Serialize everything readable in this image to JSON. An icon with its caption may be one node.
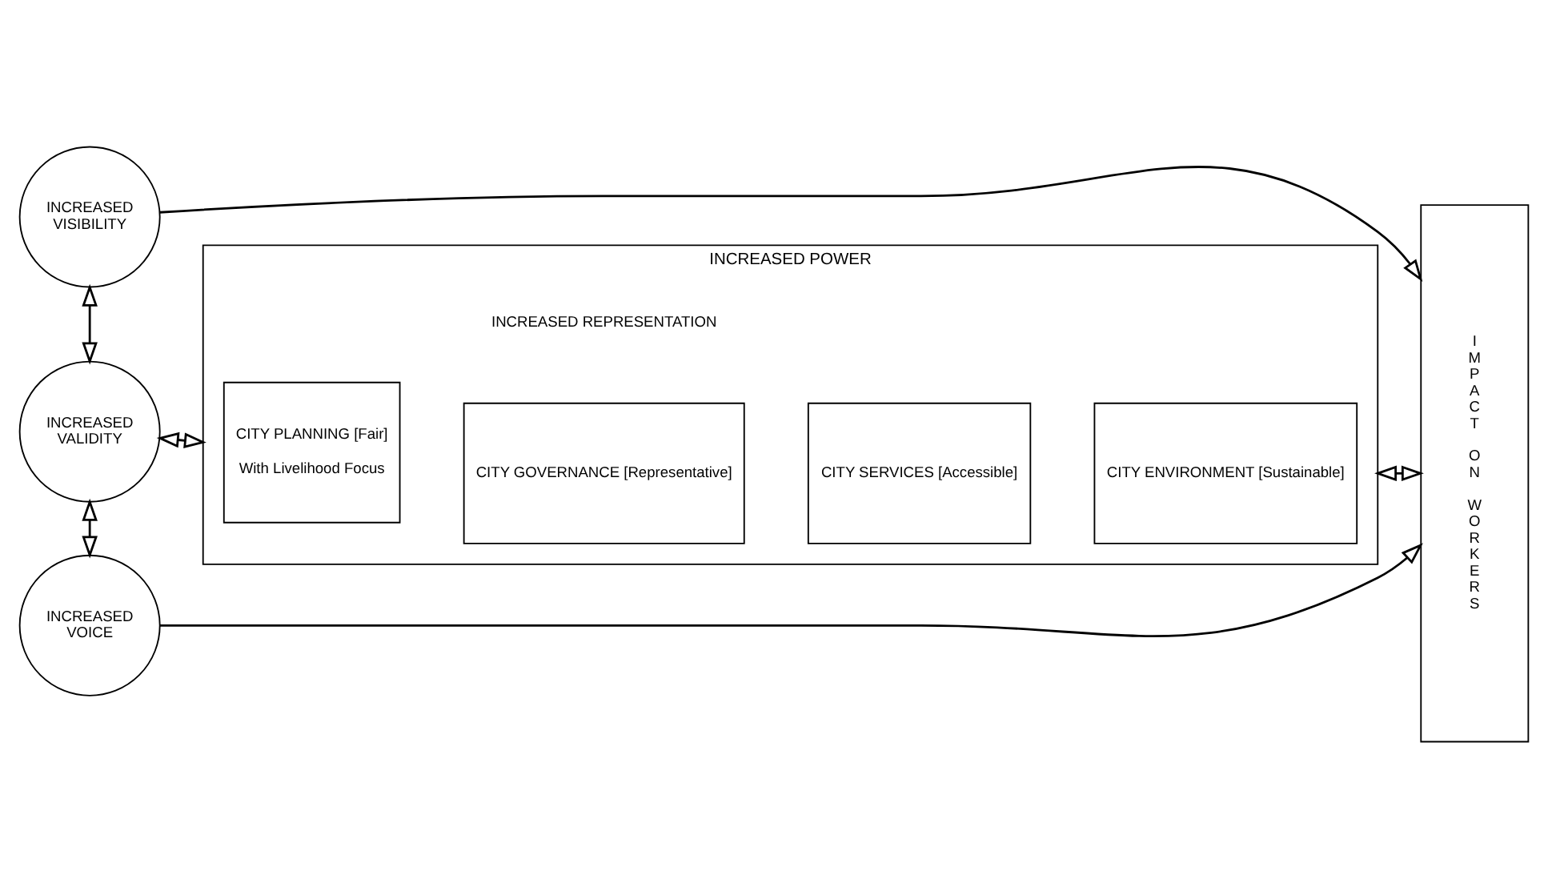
{
  "diagram": {
    "nodes": [
      {
        "text": [
          "INCREASED VISIBILITY"
        ]
      },
      {
        "text": [
          "INCREASED VALIDITY"
        ]
      },
      {
        "text": [
          "INCREASED VOICE"
        ]
      },
      {
        "text": [
          "INCREASED POWER",
          "INCREASED REPRESENTATION"
        ]
      },
      {
        "text": [
          "CITY PLANNING [Fair]",
          "With Livelihood Focus"
        ],
        "in": 3
      },
      {
        "text": [
          "CITY GOVERNANCE [Representative]"
        ],
        "in": 3
      },
      {
        "text": [
          "CITY SERVICES [Accessible]"
        ],
        "in": 3
      },
      {
        "text": [
          "CITY ENVIRONMENT [Sustainable]"
        ],
        "in": 3
      },
      {
        "text": [
          "IMPACT ON WORKERS"
        ]
      }
    ],
    "edges": [
      {
        "from": 0,
        "to": 8,
        "arrow": "to"
      },
      {
        "from": 0,
        "to": 1,
        "arrow": "both"
      },
      {
        "from": 1,
        "to": 2,
        "arrow": "both"
      },
      {
        "from": 1,
        "to": 3,
        "arrow": "both"
      },
      {
        "from": 3,
        "to": 8,
        "arrow": "both"
      },
      {
        "from": 2,
        "to": 8,
        "arrow": "to"
      }
    ]
  }
}
